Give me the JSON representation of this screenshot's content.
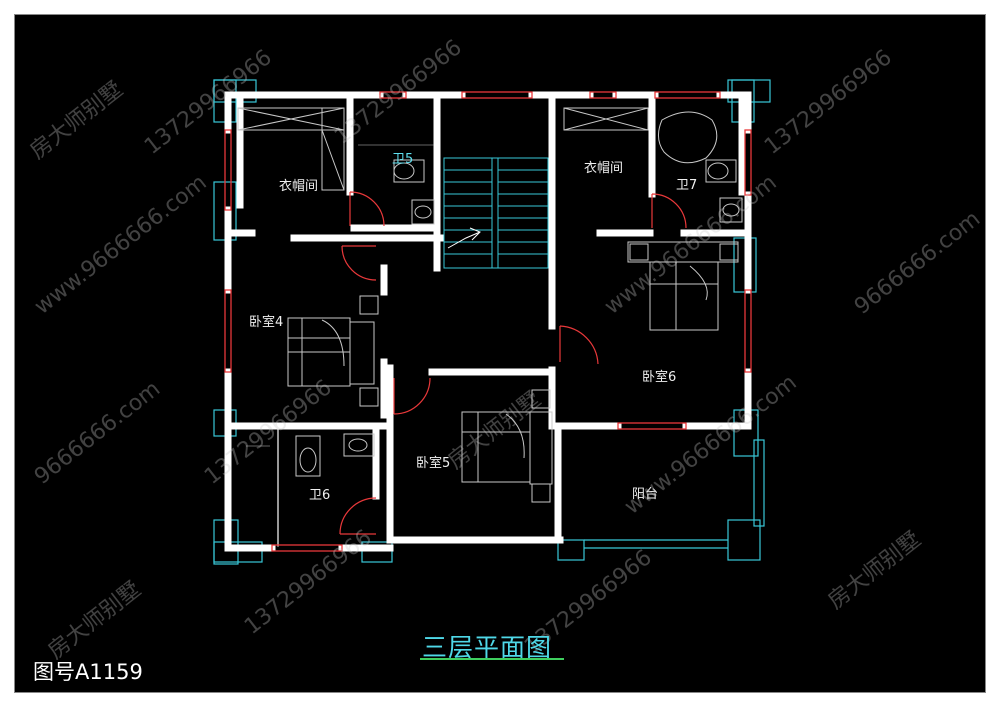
{
  "drawing": {
    "title": "三层平面图",
    "drawing_number": "图号A1159",
    "rooms": {
      "closet_left": "衣帽间",
      "bath5": "卫5",
      "closet_right": "衣帽间",
      "bath7": "卫7",
      "bedroom4": "卧室4",
      "bedroom6": "卧室6",
      "bedroom5": "卧室5",
      "bath6": "卫6",
      "balcony": "阳台"
    },
    "watermarks": {
      "brand": "房大师别墅",
      "phone": "13729966966",
      "site": "www.9666666.com",
      "site_short": "9666666.com"
    }
  },
  "colors": {
    "wall": "#ffffff",
    "window": "#e8383a",
    "door": "#e8383a",
    "column": "#38c8d8",
    "furniture": "#c8c8c8",
    "stairs": "#38c8d8",
    "title": "#4fd8e8",
    "title_underline": "#3fcf5f"
  }
}
